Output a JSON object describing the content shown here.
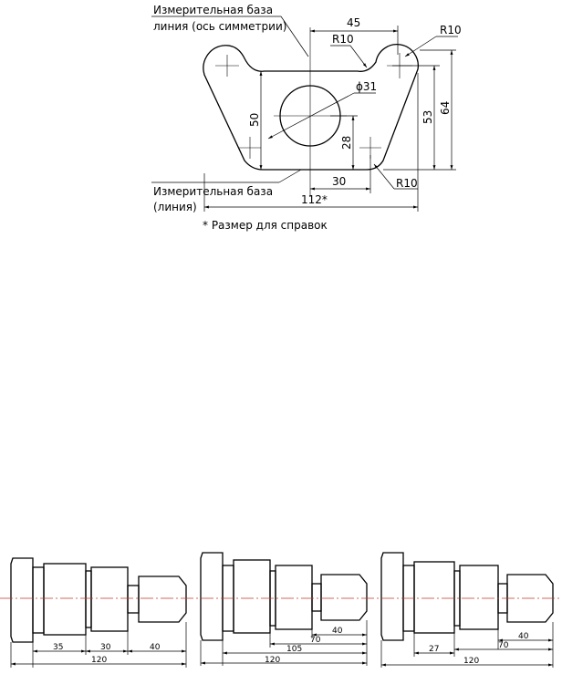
{
  "top_drawing": {
    "label_base_axis_line1": "Измерительная база",
    "label_base_axis_line2": "линия (ось симметрии)",
    "label_base_line_line1": "Измерительная база",
    "label_base_line_line2": "(линия)",
    "note_reference": "* Размер для справок",
    "dim_45": "45",
    "dim_r10_top_left": "R10",
    "dim_r10_top_right": "R10",
    "dim_r10_bottom": "R10",
    "dim_phi31": "ϕ31",
    "dim_50": "50",
    "dim_28": "28",
    "dim_53": "53",
    "dim_64": "64",
    "dim_30": "30",
    "dim_112": "112*"
  },
  "shaft_drawings": [
    {
      "dims": {
        "a": "35",
        "b": "30",
        "c": "40",
        "total": "120"
      }
    },
    {
      "dims": {
        "a": "40",
        "b": "70",
        "c": "105",
        "total": "120"
      }
    },
    {
      "dims": {
        "a": "27",
        "b": "40",
        "c": "70",
        "total": "120"
      }
    }
  ],
  "colors": {
    "axis_line": "#c0392b",
    "line": "#000000"
  }
}
